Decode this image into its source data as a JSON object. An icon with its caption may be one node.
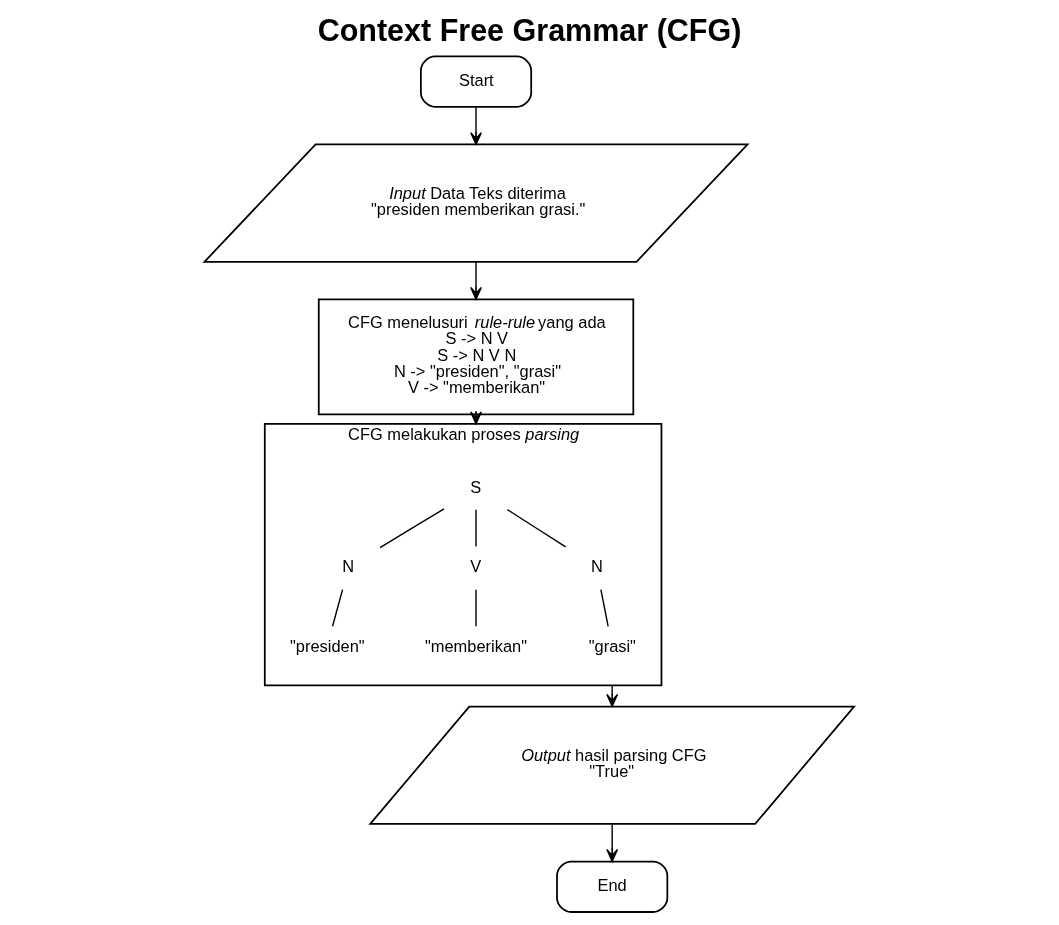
{
  "diagram": {
    "title": "Context Free Grammar (CFG)",
    "nodes": [
      {
        "text": [
          "Start"
        ]
      },
      {
        "text": [
          "*Input* Data Teks diterima",
          "\"presiden memberikan grasi.\""
        ]
      },
      {
        "text": [
          "CFG menelusuri *rule-rule* yang ada",
          "S -> N V",
          "S -> N V N",
          "N -> \"presiden\", \"grasi\"",
          "V -> \"memberikan\""
        ]
      },
      {
        "text": [
          "CFG melakukan proses *parsing*"
        ]
      },
      {
        "text": [
          "S"
        ],
        "in": 3
      },
      {
        "text": [
          "N"
        ],
        "in": 3
      },
      {
        "text": [
          "V"
        ],
        "in": 3
      },
      {
        "text": [
          "N"
        ],
        "in": 3
      },
      {
        "text": [
          "\"presiden\""
        ],
        "in": 3
      },
      {
        "text": [
          "\"memberikan\""
        ],
        "in": 3
      },
      {
        "text": [
          "\"grasi\""
        ],
        "in": 3
      },
      {
        "text": [
          "*Output* hasil parsing CFG",
          "\"True\""
        ]
      },
      {
        "text": [
          "End"
        ]
      }
    ],
    "edges": [
      {
        "from": 0,
        "to": 1,
        "arrow": "to"
      },
      {
        "from": 1,
        "to": 2,
        "arrow": "to"
      },
      {
        "from": 2,
        "to": 3,
        "arrow": "to"
      },
      {
        "from": 4,
        "to": 5,
        "arrow": "none"
      },
      {
        "from": 4,
        "to": 6,
        "arrow": "none"
      },
      {
        "from": 4,
        "to": 7,
        "arrow": "none"
      },
      {
        "from": 5,
        "to": 8,
        "arrow": "none"
      },
      {
        "from": 6,
        "to": 9,
        "arrow": "none"
      },
      {
        "from": 7,
        "to": 10,
        "arrow": "none"
      },
      {
        "from": 3,
        "to": 11,
        "arrow": "to"
      },
      {
        "from": 11,
        "to": 12,
        "arrow": "to"
      }
    ]
  }
}
